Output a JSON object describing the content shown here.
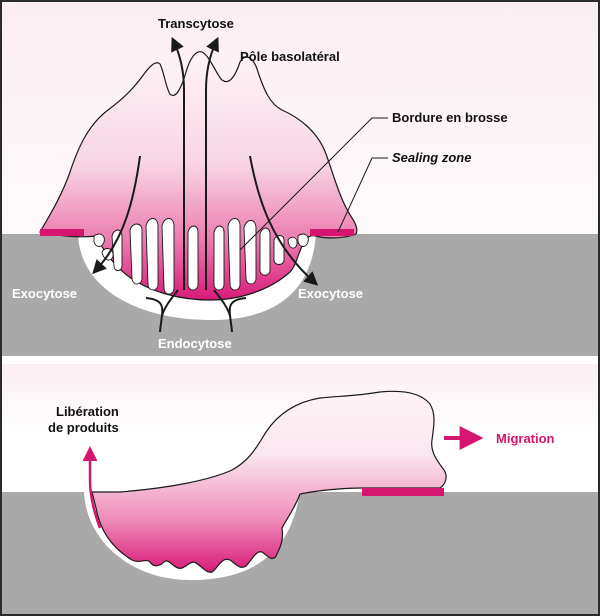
{
  "labels": {
    "transcytose": "Transcytose",
    "pole_basolateral": "Pôle basolatéral",
    "bordure_en_brosse": "Bordure en brosse",
    "sealing_zone": "Sealing zone",
    "exocytose_left": "Exocytose",
    "exocytose_right": "Exocytose",
    "endocytose": "Endocytose",
    "liberation_line1": "Libération",
    "liberation_line2": "de produits",
    "migration": "Migration"
  },
  "colors": {
    "frame": "#2a2a2a",
    "background_top": "#fbeef3",
    "background_bottom": "#ffffff",
    "bone_surface": "#a9a9a9",
    "cell_pale": "#fdf3f7",
    "cell_magenta": "#d81b78",
    "accent": "#d4166e",
    "arrow": "#1a1a1a"
  }
}
